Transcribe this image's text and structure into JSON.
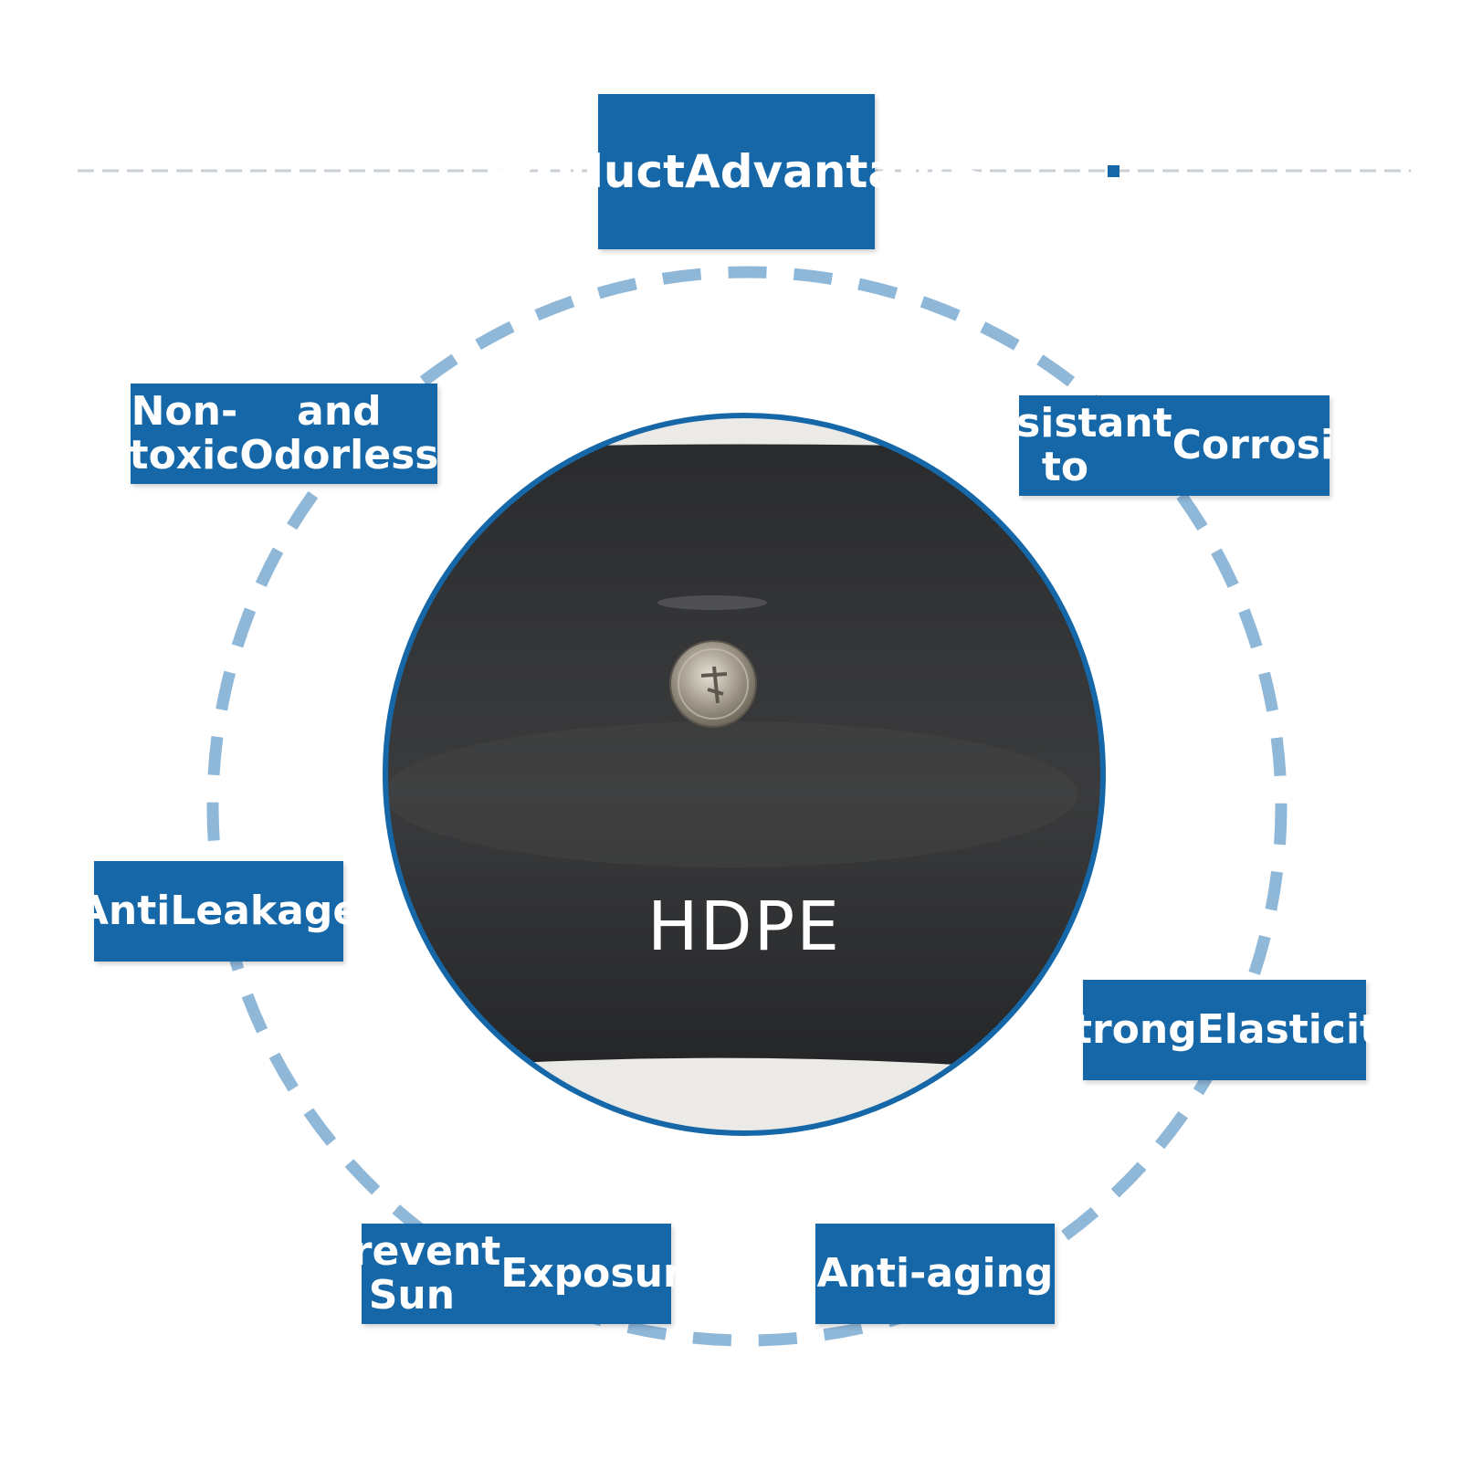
{
  "title": {
    "line1": "Product",
    "line2": "Advantages"
  },
  "center": {
    "label": "HDPE"
  },
  "advantages": [
    {
      "line1": "Non-toxic",
      "line2": "and Odorless"
    },
    {
      "line1": "Resistant to",
      "line2": "Corrosion"
    },
    {
      "line1": "Anti",
      "line2": "Leakage"
    },
    {
      "line1": "Strong",
      "line2": "Elasticity"
    },
    {
      "line1": "Prevent Sun",
      "line2": "Exposure"
    },
    {
      "line1": "Anti-aging",
      "line2": ""
    }
  ],
  "colors": {
    "label_bg": "#1567a8",
    "ring_dash": "#8fb7d8",
    "photo_border": "#1567a8",
    "sheet": "#2c2d2f"
  },
  "icons": {
    "center_image": "hdpe-sheet-with-coin-photo"
  }
}
